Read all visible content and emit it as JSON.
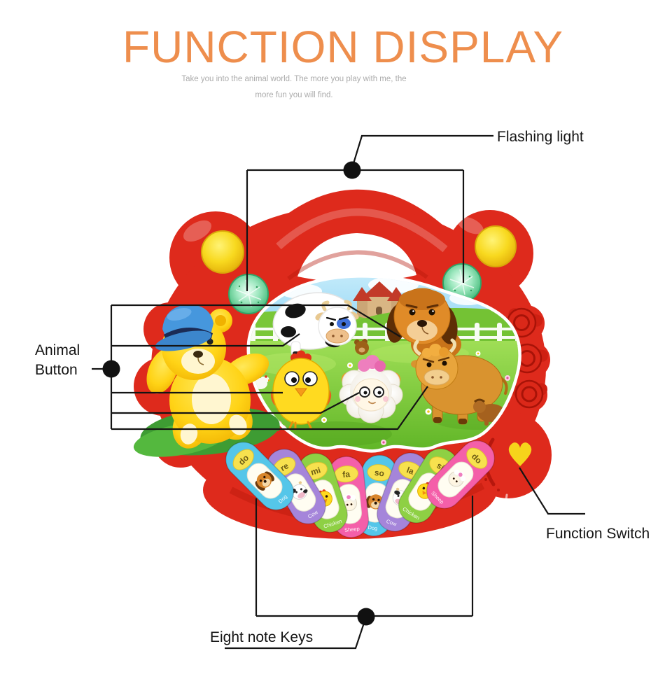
{
  "header": {
    "title": "FUNCTION DISPLAY",
    "subtitle_line1": "Take you into the animal world. The more you play with me, the",
    "subtitle_line2": "more fun you will find."
  },
  "callouts": {
    "flashing_light": "Flashing light",
    "animal_button_line1": "Animal",
    "animal_button_line2": "Button",
    "eight_note_keys": "Eight note Keys",
    "function_switch": "Function Switch"
  },
  "toy": {
    "keys": [
      {
        "note": "do",
        "animal": "Dog",
        "color": "#55C6E9"
      },
      {
        "note": "re",
        "animal": "Cow",
        "color": "#A585DA"
      },
      {
        "note": "mi",
        "animal": "Chicken",
        "color": "#8ED044"
      },
      {
        "note": "fa",
        "animal": "Sheep",
        "color": "#F45FA9"
      },
      {
        "note": "so",
        "animal": "Dog",
        "color": "#55C6E9"
      },
      {
        "note": "la",
        "animal": "Cow",
        "color": "#A585DA"
      },
      {
        "note": "si",
        "animal": "Chicken",
        "color": "#8ED044"
      },
      {
        "note": "do",
        "animal": "Sheep",
        "color": "#F45FA9"
      }
    ],
    "panel_animals": [
      "cow",
      "dog",
      "chicken",
      "sheep",
      "bull"
    ],
    "colors": {
      "body_red": "#DE2A1C",
      "title_orange": "#EE8E4D",
      "button_yellow": "#F7D91F",
      "flash_light_green": "#7FD9A6",
      "heart_yellow": "#F6D41B",
      "bear_yellow": "#FFD81E",
      "cap_blue": "#4697DD",
      "label_ink": "#141414"
    }
  }
}
